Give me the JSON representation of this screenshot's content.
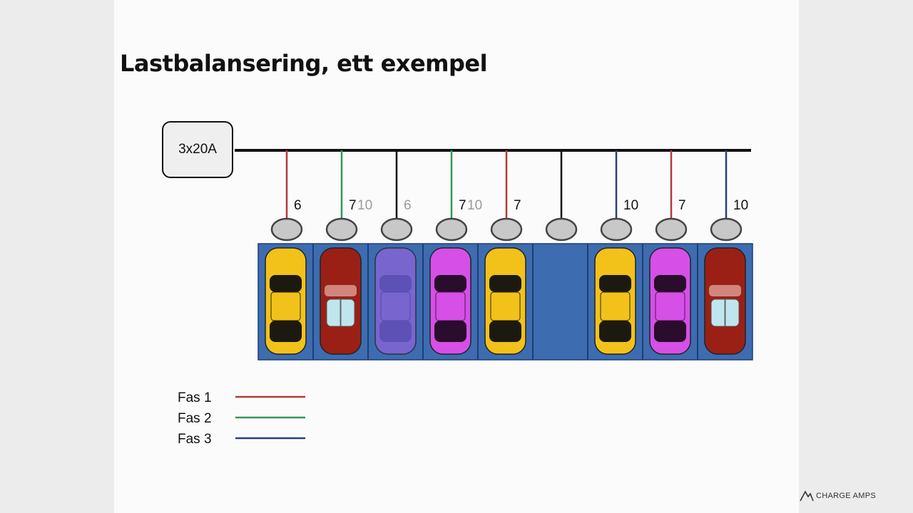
{
  "slide": {
    "title": "Lastbalansering, ett exempel",
    "supply": "3x20A",
    "brand": "CHARGE AMPS"
  },
  "colors": {
    "phase1": "#b53a3a",
    "phase2": "#2f9a5a",
    "phase3": "#2c3f7e",
    "neutral": "#111111",
    "lot": "#3d6cb0"
  },
  "chargers": [
    {
      "phase": "phase1",
      "labels": [
        {
          "text": "6",
          "faded": false
        }
      ],
      "car": "yellow"
    },
    {
      "phase": "phase2",
      "labels": [
        {
          "text": "7",
          "faded": false
        },
        {
          "text": "10",
          "faded": true
        }
      ],
      "car": "red"
    },
    {
      "phase": "neutral",
      "labels": [
        {
          "text": "6",
          "faded": true
        }
      ],
      "car": "purple"
    },
    {
      "phase": "phase2",
      "labels": [
        {
          "text": "7",
          "faded": false
        },
        {
          "text": "10",
          "faded": true
        }
      ],
      "car": "magenta"
    },
    {
      "phase": "phase1",
      "labels": [
        {
          "text": "7",
          "faded": false
        }
      ],
      "car": "yellow"
    },
    {
      "phase": "neutral",
      "labels": [],
      "car": "none"
    },
    {
      "phase": "phase3",
      "labels": [
        {
          "text": "10",
          "faded": false
        }
      ],
      "car": "yellow"
    },
    {
      "phase": "phase1",
      "labels": [
        {
          "text": "7",
          "faded": false
        }
      ],
      "car": "magenta"
    },
    {
      "phase": "phase3",
      "labels": [
        {
          "text": "10",
          "faded": false
        }
      ],
      "car": "red"
    }
  ],
  "legend": [
    {
      "label": "Fas 1",
      "color": "phase1"
    },
    {
      "label": "Fas 2",
      "color": "phase2"
    },
    {
      "label": "Fas 3",
      "color": "phase3"
    }
  ]
}
